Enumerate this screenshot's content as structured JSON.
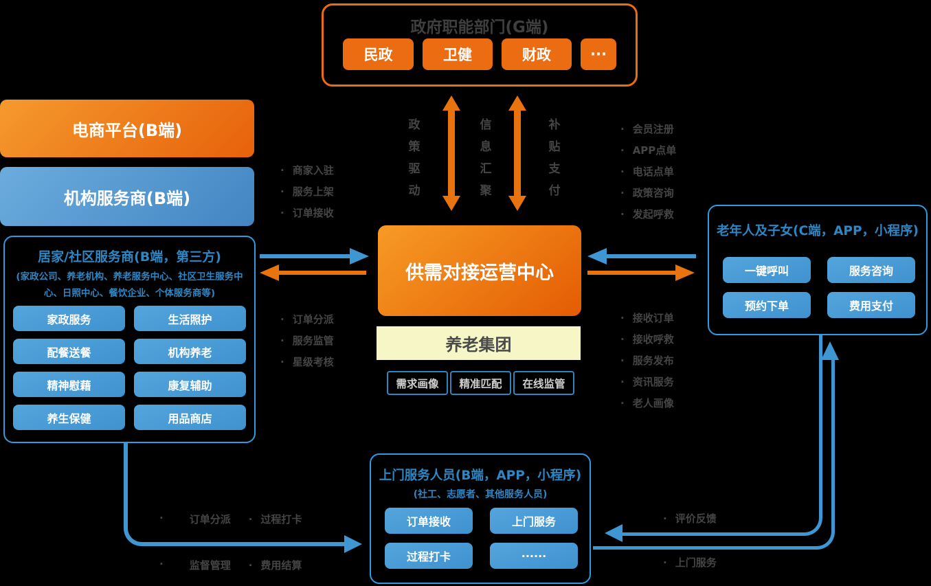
{
  "colors": {
    "background": "#000000",
    "orange_accent": "#ec6c11",
    "orange_arrow": "#e8730f",
    "blue_accent": "#2f9be3",
    "blue_arrow": "#3e96d2",
    "blue_text": "#2e86c4",
    "gray_text": "#454545",
    "yellow_box": "#f6f6c6"
  },
  "government": {
    "title": "政府职能部门(G端)",
    "departments": [
      "民政",
      "卫健",
      "财政",
      "···"
    ]
  },
  "vertical_flows": {
    "policy": "政策驱动",
    "info": "信息汇聚",
    "subsidy": "补贴支付"
  },
  "ecommerce": {
    "label": "电商平台(B端)"
  },
  "institution": {
    "label": "机构服务商(B端)"
  },
  "community": {
    "title": "居家/社区服务商(B端，第三方)",
    "subtitle": "(家政公司、养老机构、养老服务中心、社区卫生服务中心、日照中心、餐饮企业、个体服务商等)",
    "services": [
      "家政服务",
      "生活照护",
      "配餐送餐",
      "机构养老",
      "精神慰藉",
      "康复辅助",
      "养生保健",
      "用品商店"
    ]
  },
  "center": {
    "title": "供需对接运营中心"
  },
  "group": {
    "label": "养老集团"
  },
  "capabilities": [
    "需求画像",
    "精准匹配",
    "在线监管"
  ],
  "elderly": {
    "title": "老年人及子女(C端，APP，小程序)",
    "actions": [
      "一键呼叫",
      "服务咨询",
      "预约下单",
      "费用支付"
    ]
  },
  "staff": {
    "title": "上门服务人员(B端，APP，小程序)",
    "subtitle": "(社工、志愿者、其他服务人员)",
    "actions": [
      "订单接收",
      "上门服务",
      "过程打卡",
      "······"
    ]
  },
  "annotations": {
    "merchant_left": [
      "商家入驻",
      "服务上架",
      "订单接收"
    ],
    "ops_left": [
      "订单分派",
      "服务监管",
      "星级考核"
    ],
    "elderly_top": [
      "会员注册",
      "APP点单",
      "电话点单",
      "政策咨询",
      "发起呼救"
    ],
    "elderly_bottom": [
      "接收订单",
      "接收呼救",
      "服务发布",
      "资讯服务",
      "老人画像"
    ],
    "staff_left_top": [
      "订单分派",
      "过程打卡"
    ],
    "staff_left_bottom": [
      "监督管理",
      "费用结算"
    ],
    "staff_right_top": "评价反馈",
    "staff_right_bottom": "上门服务"
  }
}
